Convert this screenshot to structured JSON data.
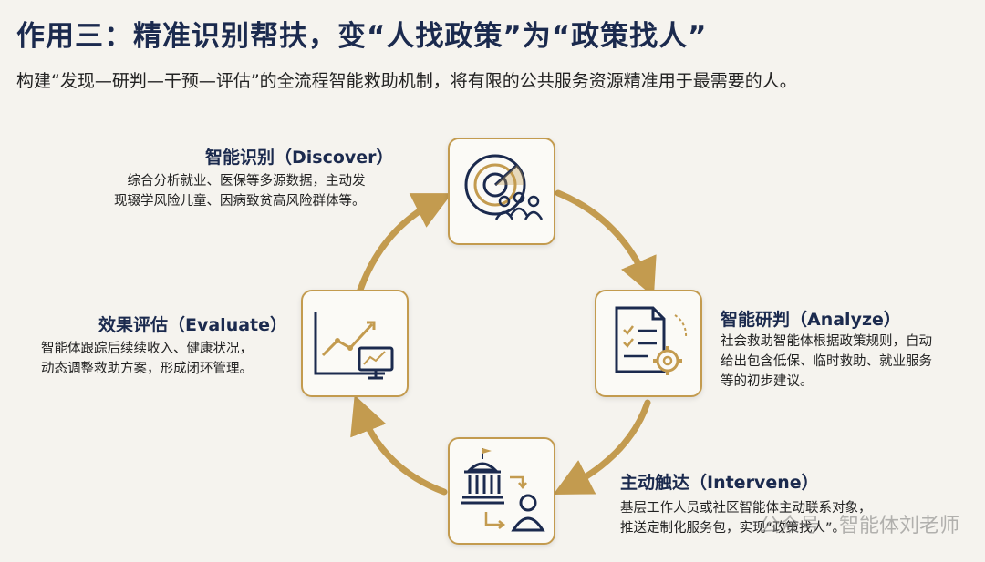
{
  "header": {
    "title": "作用三：精准识别帮扶，变“人找政策”为“政策找人”",
    "subtitle": "构建“发现—研判—干预—评估”的全流程智能救助机制，将有限的公共服务资源精准用于最需要的人。"
  },
  "stages": [
    {
      "title": "智能识别（Discover）",
      "desc": [
        "综合分析就业、医保等多源数据，主动发",
        "现辍学风险儿童、因病致贫高风险群体等。"
      ],
      "icon": "radar-people-icon"
    },
    {
      "title": "智能研判（Analyze）",
      "desc": [
        "社会救助智能体根据政策规则，自动",
        "给出包含低保、临时救助、就业服务",
        "等的初步建议。"
      ],
      "icon": "document-gear-icon"
    },
    {
      "title": "主动触达（Intervene）",
      "desc": [
        "基层工作人员或社区智能体主动联系对象，",
        "推送定制化服务包，实现“政策找人”。"
      ],
      "icon": "government-person-icon"
    },
    {
      "title": "效果评估（Evaluate）",
      "desc": [
        "智能体跟踪后续续收入、健康状况，",
        "动态调整救助方案，形成闭环管理。"
      ],
      "icon": "chart-monitor-icon"
    }
  ],
  "watermark": "公众号 · 智能体刘老师",
  "colors": {
    "gold": "#c39b4f",
    "navy": "#1b2a4e",
    "background": "#f5f3ee"
  }
}
